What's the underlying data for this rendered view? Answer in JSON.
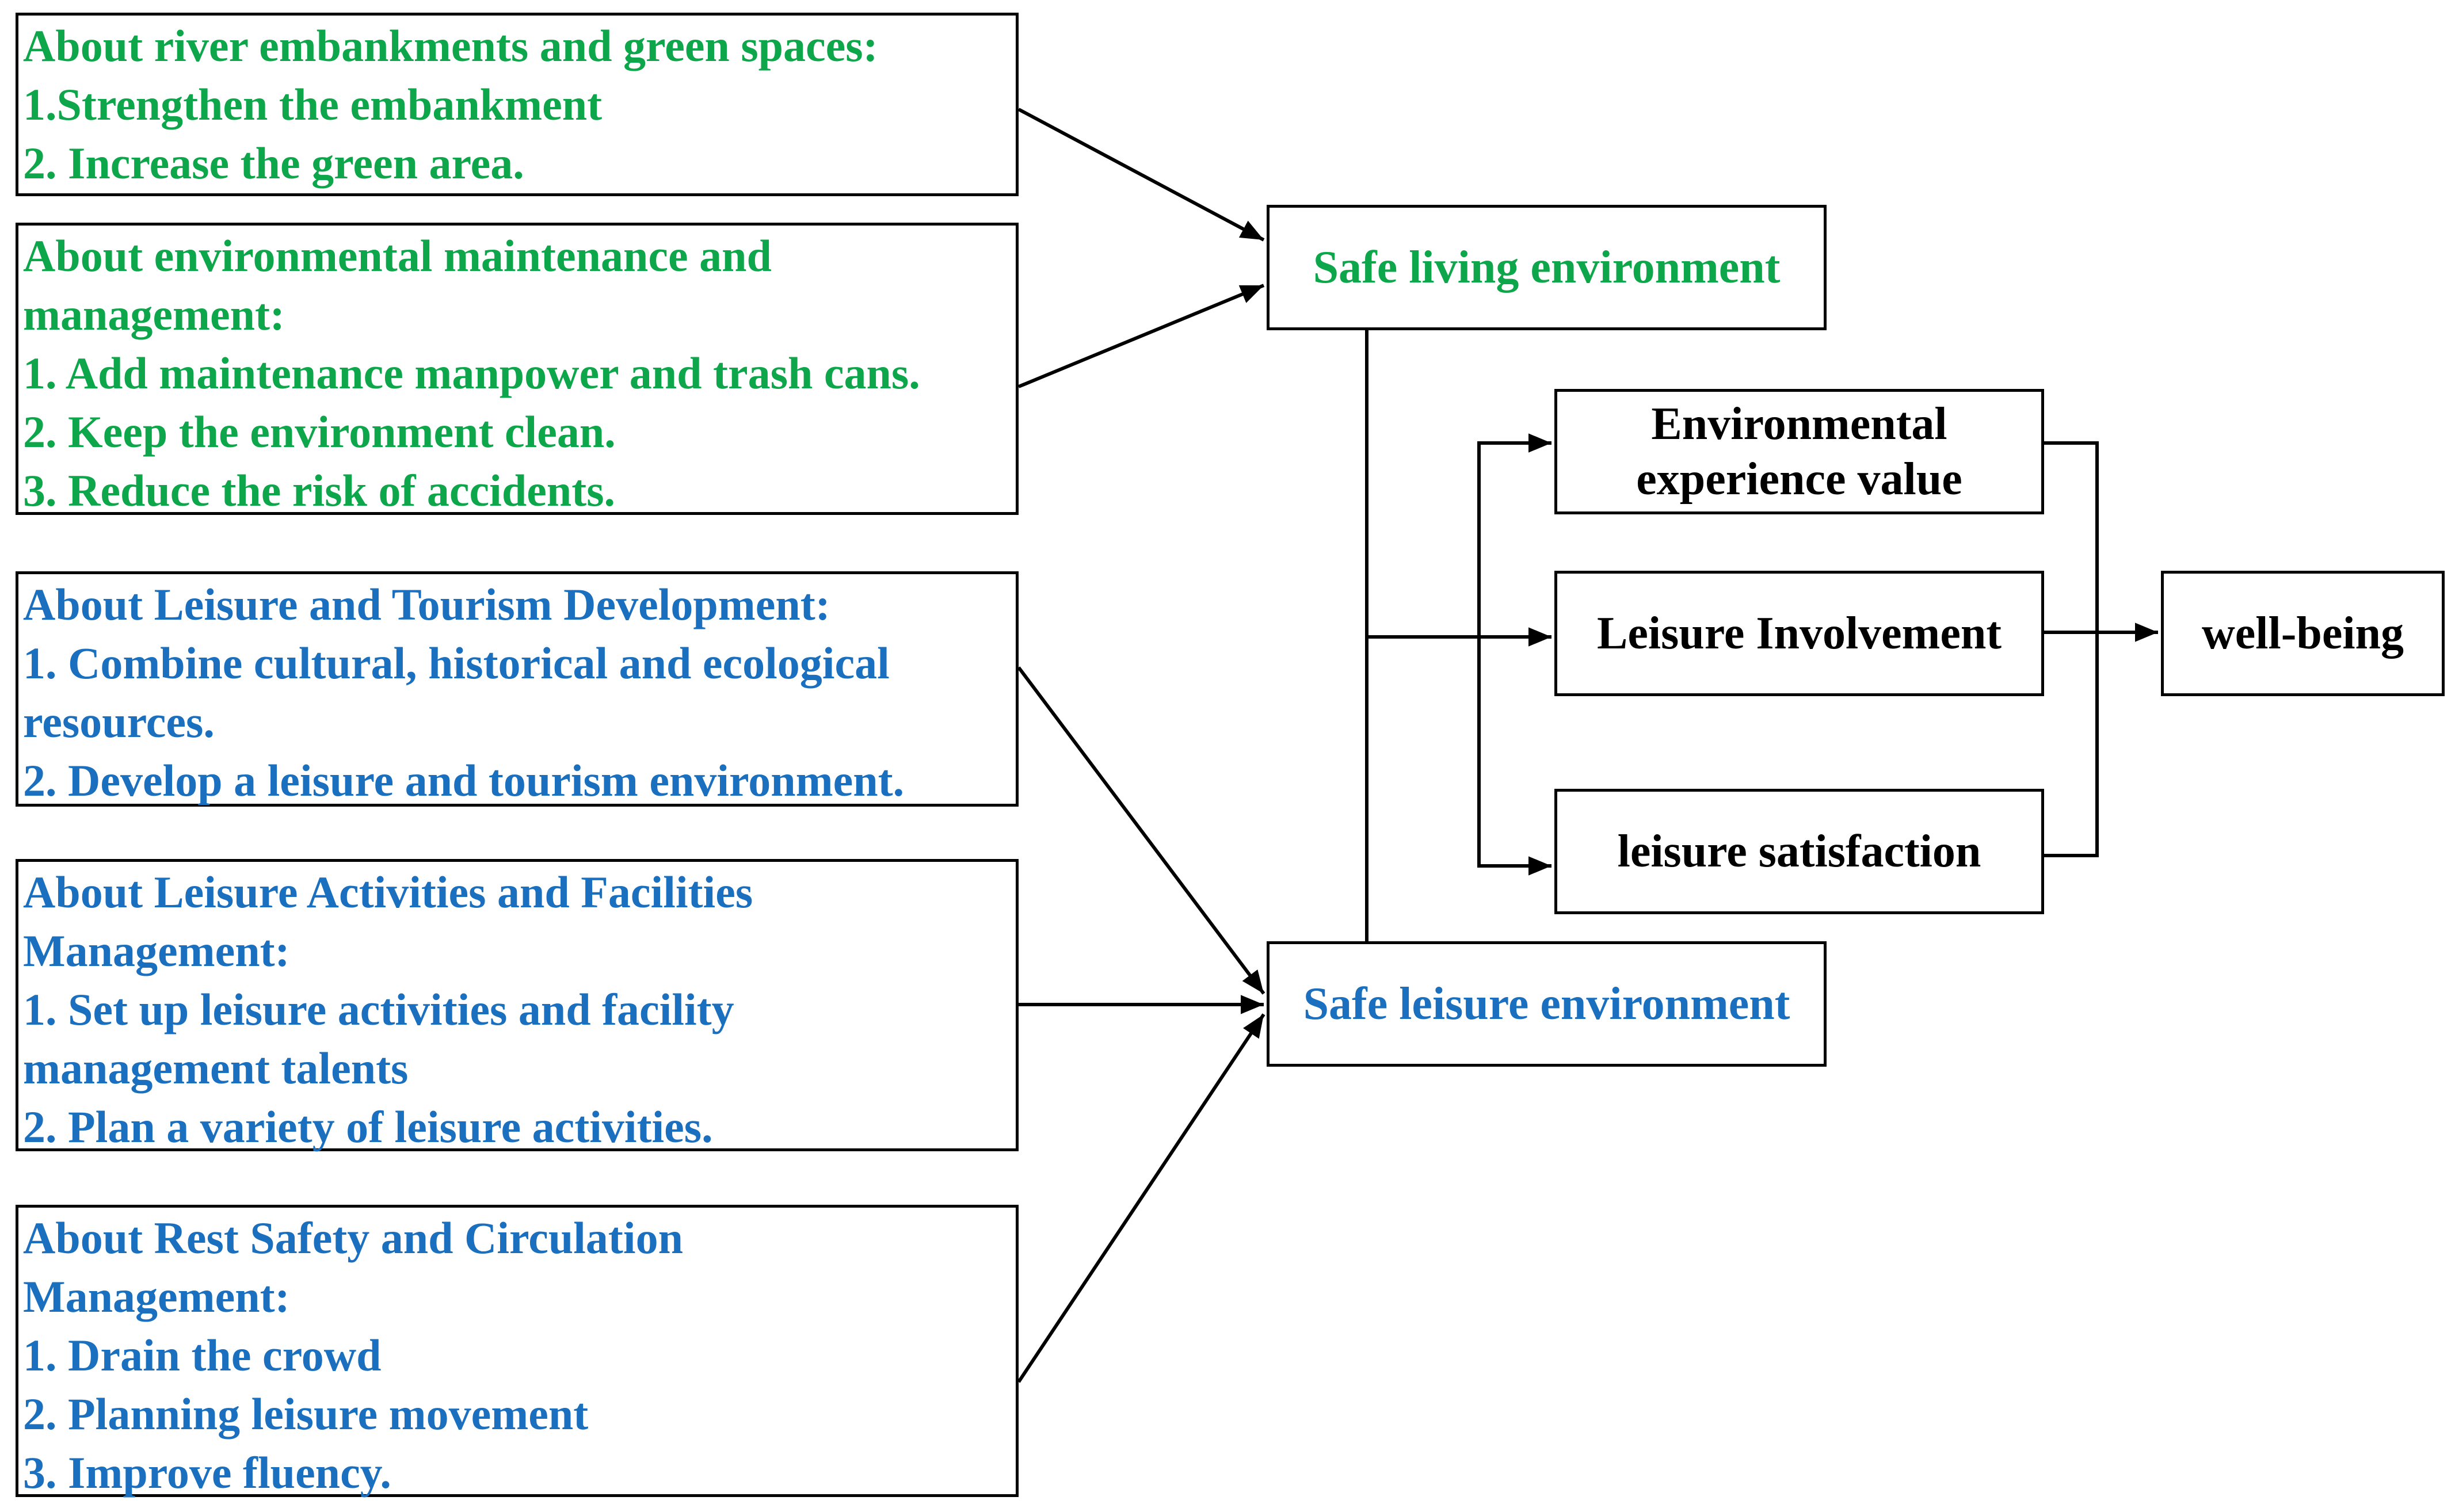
{
  "colors": {
    "living_group": "#0ea64a",
    "leisure_group": "#1a6fbe",
    "outcome_text": "#000000",
    "lines": "#000000"
  },
  "living_inputs": [
    {
      "lines": [
        "About river embankments and green spaces:",
        "1.Strengthen the embankment",
        "2. Increase the green area."
      ]
    },
    {
      "lines": [
        "About environmental maintenance and",
        "management:",
        "1. Add maintenance manpower and trash cans.",
        "2. Keep the environment clean.",
        "3. Reduce the risk of accidents."
      ]
    }
  ],
  "leisure_inputs": [
    {
      "lines": [
        "About Leisure and Tourism Development:",
        "1. Combine cultural, historical and ecological",
        "resources.",
        "2. Develop a leisure and tourism environment."
      ]
    },
    {
      "lines": [
        "About Leisure Activities and Facilities",
        "Management:",
        "1. Set up leisure activities and facility",
        "management talents",
        "2. Plan a variety of leisure activities."
      ]
    },
    {
      "lines": [
        "About Rest Safety and Circulation",
        "Management:",
        "1. Drain the crowd",
        "2. Planning leisure movement",
        "3. Improve fluency."
      ]
    }
  ],
  "hubs": {
    "living": "Safe living environment",
    "leisure": "Safe leisure environment"
  },
  "outcomes": {
    "experience_line1": "Environmental",
    "experience_line2": "experience value",
    "involvement": "Leisure Involvement",
    "satisfaction": "leisure satisfaction"
  },
  "final": "well-being"
}
